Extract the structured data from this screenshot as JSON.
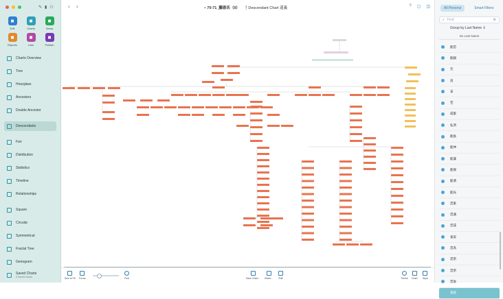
{
  "window": {
    "title": "70-71_藤原氏（9）",
    "chart_label": "Descendant Chart 道長"
  },
  "sidebar": {
    "tiles": [
      {
        "label": "Edit",
        "icon": "pencil-icon",
        "color": "#2f7fd1"
      },
      {
        "label": "Charts",
        "icon": "charts-icon",
        "color": "#2fa0b8"
      },
      {
        "label": "Views",
        "icon": "eye-icon",
        "color": "#2aa85c"
      },
      {
        "label": "Reports",
        "icon": "report-icon",
        "color": "#e08a2e"
      },
      {
        "label": "Lists",
        "icon": "list-icon",
        "color": "#b14aa3"
      },
      {
        "label": "Publish",
        "icon": "publish-icon",
        "color": "#7a3ab0"
      }
    ],
    "items": [
      {
        "label": "Charts Overview",
        "icon": "charts-overview-icon"
      },
      {
        "label": "Tree",
        "icon": "tree-icon"
      },
      {
        "label": "Hourglass",
        "icon": "hourglass-icon"
      },
      {
        "label": "Ancestors",
        "icon": "ancestors-icon"
      },
      {
        "label": "Double Ancestor",
        "icon": "double-ancestor-icon"
      },
      {
        "label": "Descendants",
        "icon": "descendants-icon"
      },
      {
        "label": "Fan",
        "icon": "fan-icon"
      },
      {
        "label": "Distribution",
        "icon": "distribution-icon"
      },
      {
        "label": "Statistics",
        "icon": "statistics-icon"
      },
      {
        "label": "Timeline",
        "icon": "timeline-icon"
      },
      {
        "label": "Relationships",
        "icon": "relationships-icon"
      },
      {
        "label": "Square",
        "icon": "square-icon"
      },
      {
        "label": "Circular",
        "icon": "circular-icon"
      },
      {
        "label": "Symmetrical",
        "icon": "symmetrical-icon"
      },
      {
        "label": "Fractal Tree",
        "icon": "fractal-tree-icon"
      },
      {
        "label": "Genogram",
        "icon": "genogram-icon"
      },
      {
        "label": "Saved Charts",
        "sub": "0 Saved Charts",
        "icon": "saved-charts-icon"
      }
    ],
    "active": "Descendants"
  },
  "bottombar": {
    "size_to_fit": "Size to Fit",
    "focus": "Focus",
    "find": "Find",
    "save_chart": "Save Chart...",
    "share": "Share...",
    "edit": "Edit",
    "theme": "Theme",
    "chart": "Chart",
    "style": "Style"
  },
  "panel": {
    "tab_all": "All Persons",
    "tab_smart": "Smart Filters",
    "search_placeholder": "Find",
    "group_by": "Group by Last Name",
    "section": "No Last Name",
    "persons": [
      "能忠",
      "能嗣",
      "元",
      "良",
      "末",
      "空",
      "成家",
      "弘済",
      "能長",
      "能仲",
      "能兼",
      "能保",
      "能清",
      "能光",
      "忠家",
      "忠通",
      "忠成",
      "長実",
      "忠為",
      "忠宗",
      "忠宗",
      "忠長",
      "道長"
    ],
    "selected": "道長"
  },
  "colors": {
    "accent": "#2f7fb0",
    "node": "#e8734e",
    "node_alt": "#f0c05a",
    "sidebar": "#d8ebe9"
  }
}
